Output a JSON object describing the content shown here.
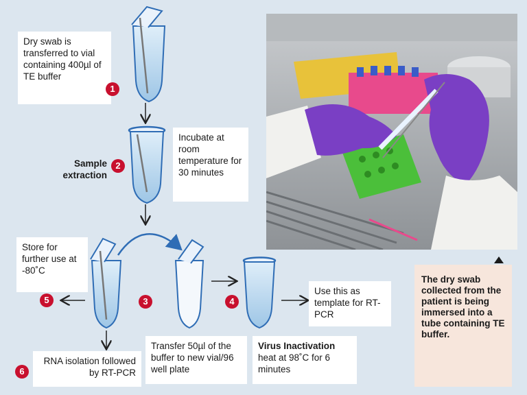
{
  "steps": {
    "step1": {
      "number": "1",
      "text": "Dry swab is transferred to vial containing 400µl of TE buffer"
    },
    "step2": {
      "number": "2",
      "label": "Sample extraction",
      "text": "Incubate at room temperature for 30 minutes"
    },
    "step3": {
      "number": "3",
      "text": "Transfer 50µl of the buffer to new vial/96 well plate"
    },
    "step4": {
      "number": "4",
      "title": "Virus Inactivation",
      "text": "heat at 98˚C for 6 minutes"
    },
    "step5": {
      "number": "5",
      "text": "Store for further use at -80˚C"
    },
    "step6": {
      "number": "6",
      "text": "RNA isolation followed by RT-PCR"
    },
    "use_template": "Use this as template for RT-PCR"
  },
  "photo": {
    "caption": "The dry swab collected from the patient is being immersed into a tube containing TE buffer."
  },
  "colors": {
    "badge_red": "#c8102e",
    "cap_blue": "#2f6db5",
    "glove_purple": "#7a3fc4",
    "rack_green": "#4bbf3a",
    "caption_bg": "#f7e6dc"
  }
}
